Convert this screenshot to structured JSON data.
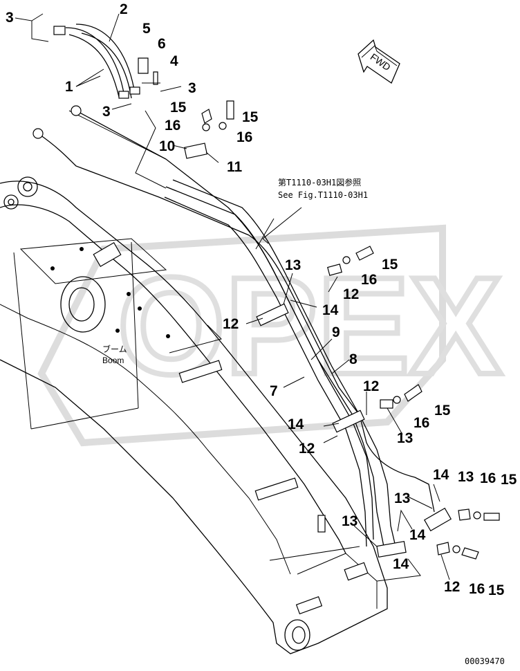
{
  "diagram": {
    "part_labels": [
      {
        "id": "lbl-3a",
        "text": "3"
      },
      {
        "id": "lbl-2",
        "text": "2"
      },
      {
        "id": "lbl-5",
        "text": "5"
      },
      {
        "id": "lbl-6",
        "text": "6"
      },
      {
        "id": "lbl-4",
        "text": "4"
      },
      {
        "id": "lbl-1",
        "text": "1"
      },
      {
        "id": "lbl-3b",
        "text": "3"
      },
      {
        "id": "lbl-3c",
        "text": "3"
      },
      {
        "id": "lbl-15a",
        "text": "15"
      },
      {
        "id": "lbl-15b",
        "text": "15"
      },
      {
        "id": "lbl-16a",
        "text": "16"
      },
      {
        "id": "lbl-16b",
        "text": "16"
      },
      {
        "id": "lbl-10",
        "text": "10"
      },
      {
        "id": "lbl-11",
        "text": "11"
      },
      {
        "id": "lbl-15c",
        "text": "15"
      },
      {
        "id": "lbl-13a",
        "text": "13"
      },
      {
        "id": "lbl-16c",
        "text": "16"
      },
      {
        "id": "lbl-12a",
        "text": "12"
      },
      {
        "id": "lbl-14a",
        "text": "14"
      },
      {
        "id": "lbl-12b",
        "text": "12"
      },
      {
        "id": "lbl-9",
        "text": "9"
      },
      {
        "id": "lbl-8",
        "text": "8"
      },
      {
        "id": "lbl-7",
        "text": "7"
      },
      {
        "id": "lbl-12c",
        "text": "12"
      },
      {
        "id": "lbl-15d",
        "text": "15"
      },
      {
        "id": "lbl-16d",
        "text": "16"
      },
      {
        "id": "lbl-14b",
        "text": "14"
      },
      {
        "id": "lbl-13b",
        "text": "13"
      },
      {
        "id": "lbl-12d",
        "text": "12"
      },
      {
        "id": "lbl-14c",
        "text": "14"
      },
      {
        "id": "lbl-13c",
        "text": "13"
      },
      {
        "id": "lbl-16e",
        "text": "16"
      },
      {
        "id": "lbl-15e",
        "text": "15"
      },
      {
        "id": "lbl-13d",
        "text": "13"
      },
      {
        "id": "lbl-14d",
        "text": "14"
      },
      {
        "id": "lbl-13e",
        "text": "13"
      },
      {
        "id": "lbl-14e",
        "text": "14"
      },
      {
        "id": "lbl-12e",
        "text": "12"
      },
      {
        "id": "lbl-16f",
        "text": "16"
      },
      {
        "id": "lbl-15f",
        "text": "15"
      }
    ],
    "fwd_label": "FWD",
    "reference_jp": "第T1110-03H1図参照",
    "reference_en": "See Fig.T1110-03H1",
    "boom_jp": "ブーム",
    "boom_en": "Boom",
    "watermark": "OPEX",
    "drawing_number": "00039470"
  }
}
